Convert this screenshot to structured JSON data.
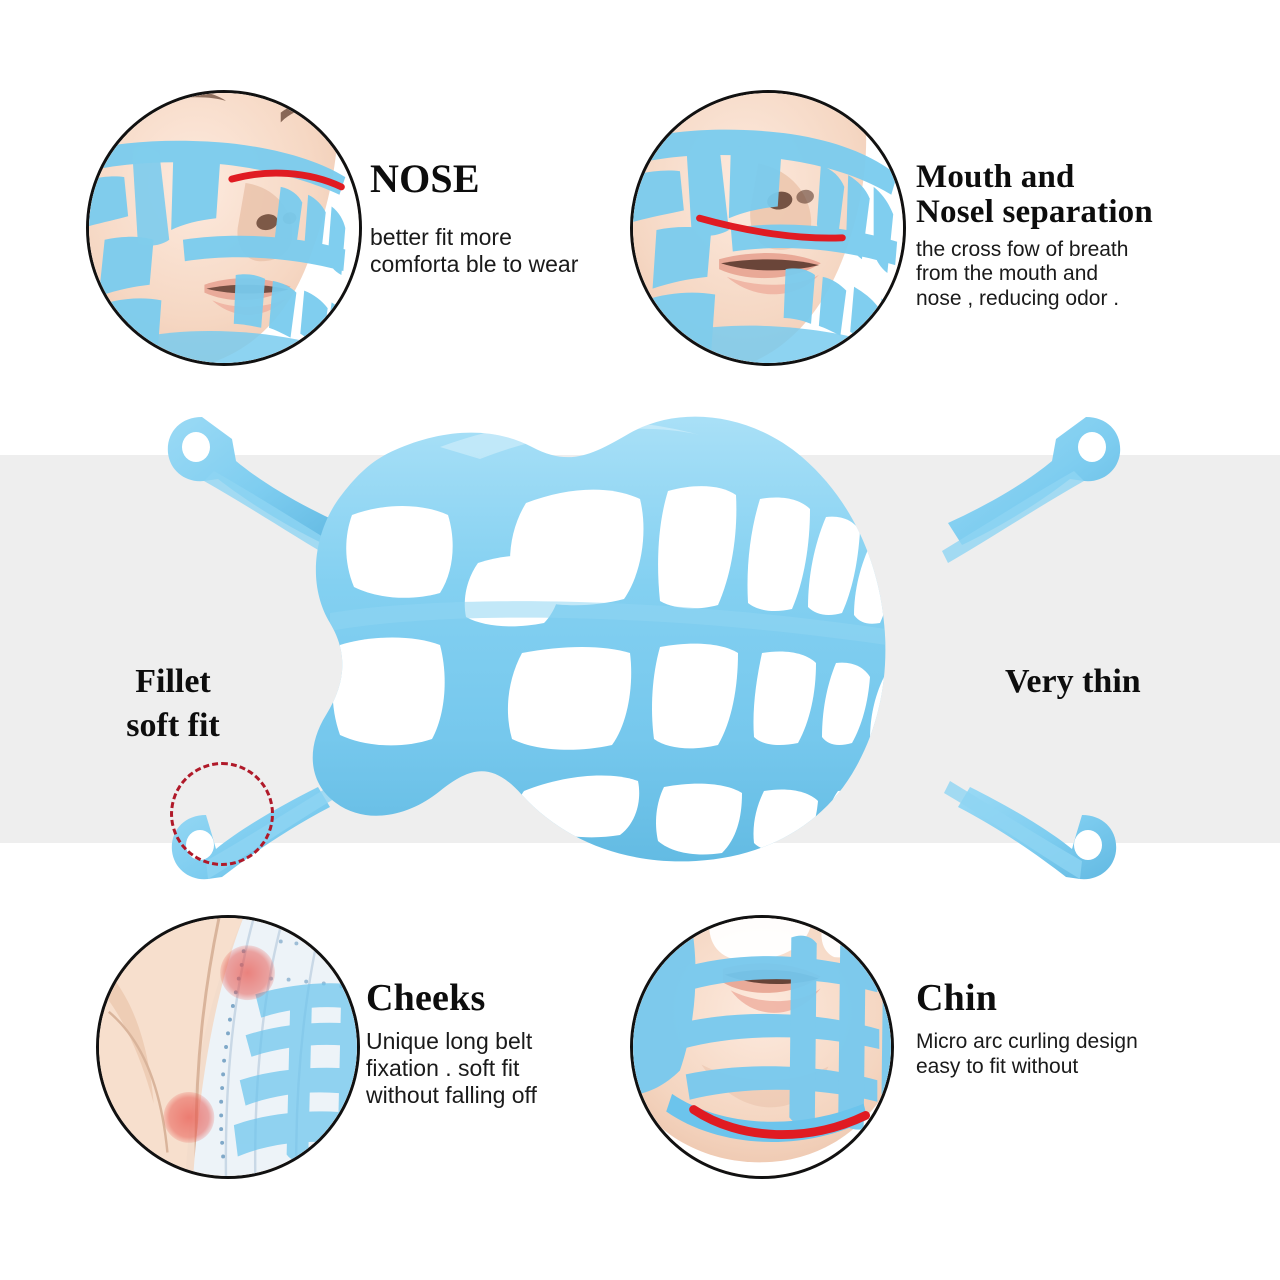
{
  "palette": {
    "background": "#ffffff",
    "band_gray": "#eeeeee",
    "silicone_blue": "#7ecdf0",
    "silicone_blue_light": "#a8dff6",
    "silicone_blue_dark": "#5cb8e0",
    "accent_red": "#e01b22",
    "annotation_red": "#b01929",
    "skin": "#f6dccb",
    "outline_black": "#111111",
    "mask_white": "#e9eff5"
  },
  "features": [
    {
      "id": "nose",
      "heading": "NOSE",
      "body": "better fit more\ncomforta ble to wear",
      "photo_name": "photo-nose-profile",
      "accent": "red-nose-line"
    },
    {
      "id": "mouth-nose-separation",
      "heading": "Mouth and\nNosel separation",
      "body": "the cross fow of breath\nfrom the mouth and\nnose , reducing odor .",
      "photo_name": "photo-mouth-nose-separation",
      "accent": "red-separation-line"
    },
    {
      "id": "cheeks",
      "heading": "Cheeks",
      "body": "Unique long belt\nfixation . soft fit\nwithout falling off",
      "photo_name": "photo-cheeks-mask",
      "accent": "red-contact-dots"
    },
    {
      "id": "chin",
      "heading": "Chin",
      "body": "Micro arc curling design\neasy to fit without",
      "photo_name": "photo-chin-arc",
      "accent": "red-chin-arc"
    }
  ],
  "center": {
    "left_label": "Fillet\nsoft fit",
    "right_label": "Very thin",
    "product_name": "silicone-mask-bracket"
  }
}
